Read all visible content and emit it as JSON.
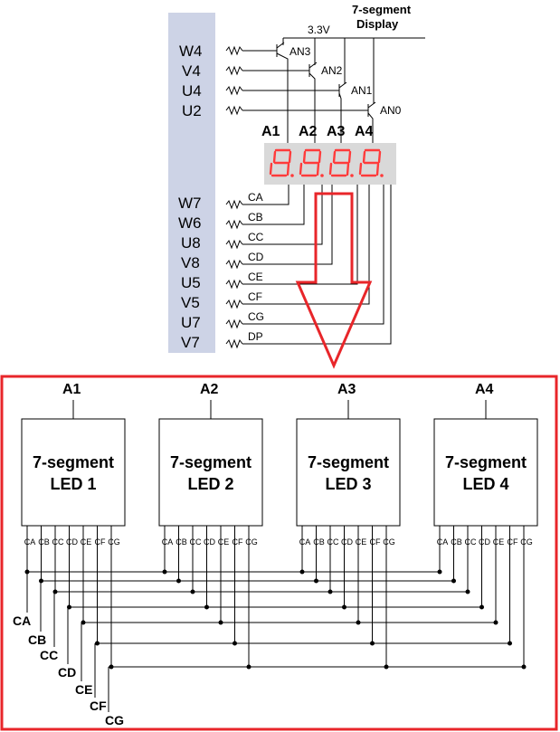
{
  "top": {
    "title_line1": "7-segment",
    "title_line2": "Display",
    "voltage": "3.3V",
    "anode_pins": [
      "W4",
      "V4",
      "U4",
      "U2"
    ],
    "transistors": [
      "AN3",
      "AN2",
      "AN1",
      "AN0"
    ],
    "digit_headers": [
      "A1",
      "A2",
      "A3",
      "A4"
    ],
    "cathode_pins": [
      "W7",
      "W6",
      "U8",
      "V8",
      "U5",
      "V5",
      "U7",
      "V7"
    ],
    "cathode_signals": [
      "CA",
      "CB",
      "CC",
      "CD",
      "CE",
      "CF",
      "CG",
      "DP"
    ]
  },
  "bottom": {
    "modules": [
      {
        "anode": "A1",
        "line1": "7-segment",
        "line2": "LED 1"
      },
      {
        "anode": "A2",
        "line1": "7-segment",
        "line2": "LED 2"
      },
      {
        "anode": "A3",
        "line1": "7-segment",
        "line2": "LED 3"
      },
      {
        "anode": "A4",
        "line1": "7-segment",
        "line2": "LED 4"
      }
    ],
    "module_pins": [
      "CA",
      "CB",
      "CC",
      "CD",
      "CE",
      "CF",
      "CG"
    ],
    "bus_labels": [
      "CA",
      "CB",
      "CC",
      "CD",
      "CE",
      "CF",
      "CG"
    ]
  },
  "colors": {
    "frame": "#e8262a",
    "arrow": "#e8262a",
    "pin_bar": "#cdd3e6",
    "display_bg": "#d9d9d9",
    "segment": "#ff3b3b"
  }
}
